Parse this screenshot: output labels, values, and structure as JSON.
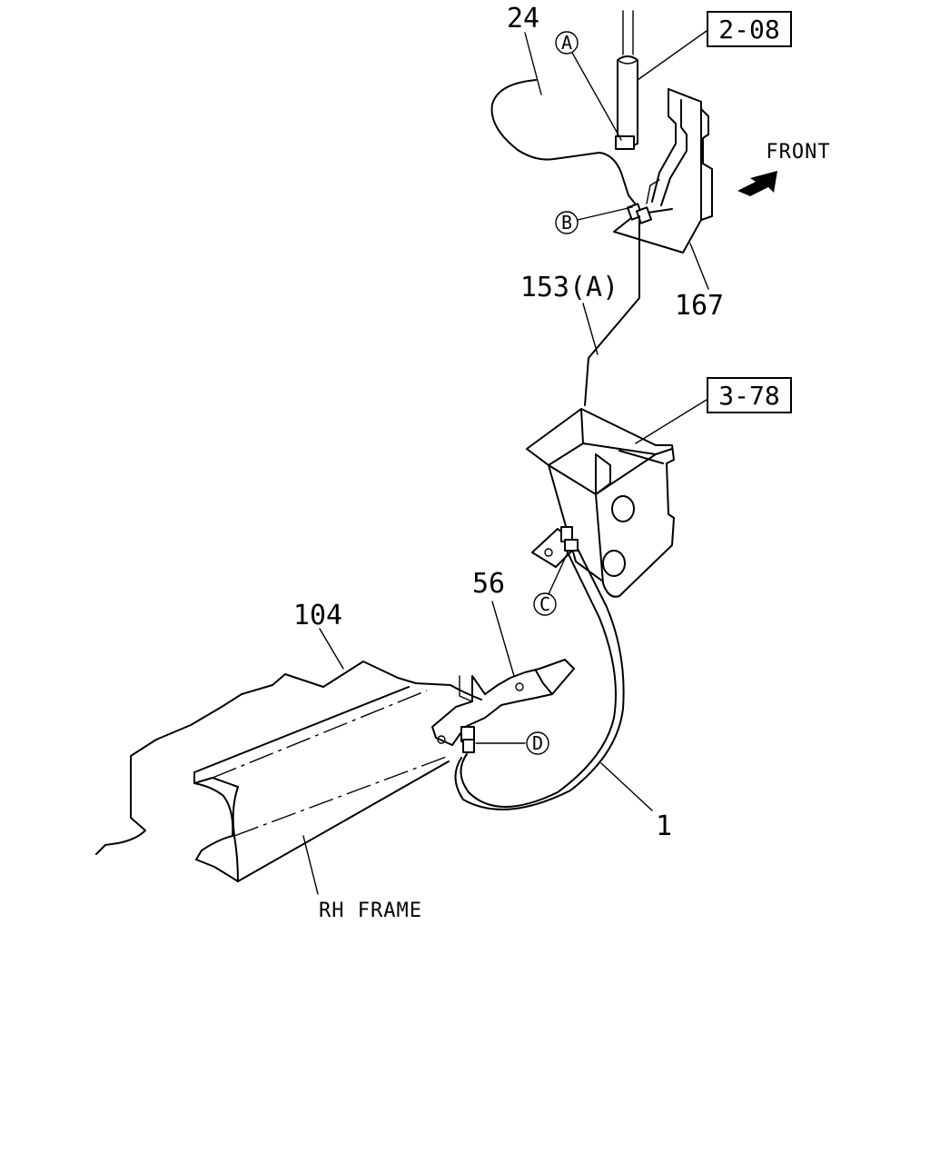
{
  "part_numbers": {
    "p24": "24",
    "p153a": "153(A)",
    "p167": "167",
    "p56": "56",
    "p104": "104",
    "p1": "1"
  },
  "ref_boxes": {
    "r208": "2-08",
    "r378": "3-78"
  },
  "callouts": {
    "a": "A",
    "b": "B",
    "c": "C",
    "d": "D"
  },
  "labels": {
    "front": "FRONT",
    "rh_frame": "RH FRAME"
  }
}
